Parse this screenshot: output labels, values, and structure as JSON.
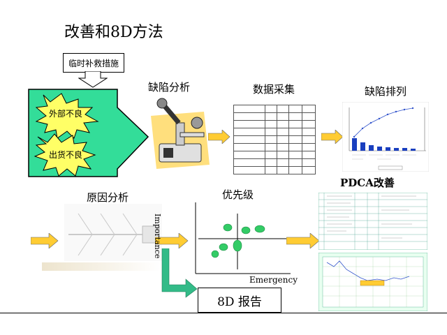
{
  "title": "改善和8D方法",
  "temporary_measures": "临时补救措施",
  "sources": [
    "外部不良",
    "出货不良"
  ],
  "steps": {
    "defect_analysis": "缺陷分析",
    "data_collection": "数据采集",
    "defect_ranking": "缺陷排列",
    "root_cause": "原因分析",
    "priority": "优先级",
    "pdca": "PDCA改善",
    "report": "8D 报告"
  },
  "priority_chart": {
    "y_axis": "Importance",
    "x_axis": "Emergency"
  },
  "colors": {
    "green_panel": "#33dd99",
    "star": "#ffff66",
    "arrow_yellow": "#ffcc33",
    "arrow_green": "#33bb88",
    "ellipse": "#33cc66",
    "bar_blue": "#1a3fbf"
  }
}
